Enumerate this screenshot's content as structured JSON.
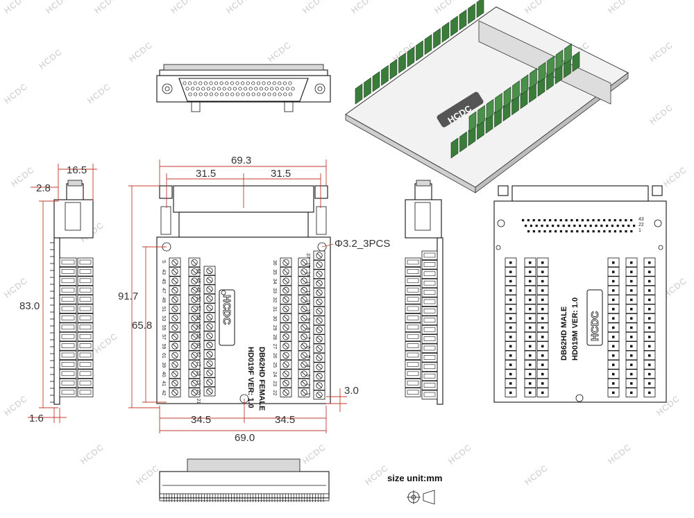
{
  "watermark": "HCDC",
  "dimensions": {
    "board_width_top": "69.3",
    "half_top_left": "31.5",
    "half_top_right": "31.5",
    "board_height": "91.7",
    "inner_height": "65.8",
    "hole": "Φ3.2_3PCS",
    "bottom_left": "34.5",
    "bottom_right": "34.5",
    "board_width_bottom": "69.0",
    "edge_offset": "3.0",
    "side_width": "16.5",
    "side_top": "2.8",
    "side_height": "83.0",
    "side_bottom": "1.6"
  },
  "female_board": {
    "model": "HD019F  VER: 1.0",
    "type": "DB62HD  FEMALE",
    "logo": "HCDC",
    "left_outer": [
      "S",
      "43",
      "45",
      "47",
      "49",
      "51",
      "53",
      "55",
      "57",
      "59",
      "61",
      "39",
      "40",
      "41",
      "42"
    ],
    "left_inner": [
      "44",
      "46",
      "48",
      "50",
      "52",
      "54",
      "56",
      "58",
      "60",
      "62",
      "17",
      "18",
      "19",
      "20",
      "21"
    ],
    "right_inner": [
      "36",
      "35",
      "34",
      "33",
      "32",
      "31",
      "30",
      "29",
      "28",
      "27",
      "26",
      "25",
      "24",
      "23",
      "22"
    ],
    "right_outer": [
      "37",
      "15",
      "14",
      "13",
      "12",
      "11",
      "10",
      "9",
      "8",
      "7",
      "6",
      "5",
      "4",
      "3",
      "2",
      "1"
    ]
  },
  "male_board": {
    "model": "HD019M  VER: 1.0",
    "type": "DB62HD  MALE",
    "logo": "HCDC",
    "pin_43": "43",
    "pin_22": "22",
    "pin_1": "1"
  },
  "legend": {
    "size_unit": "size unit:mm"
  }
}
